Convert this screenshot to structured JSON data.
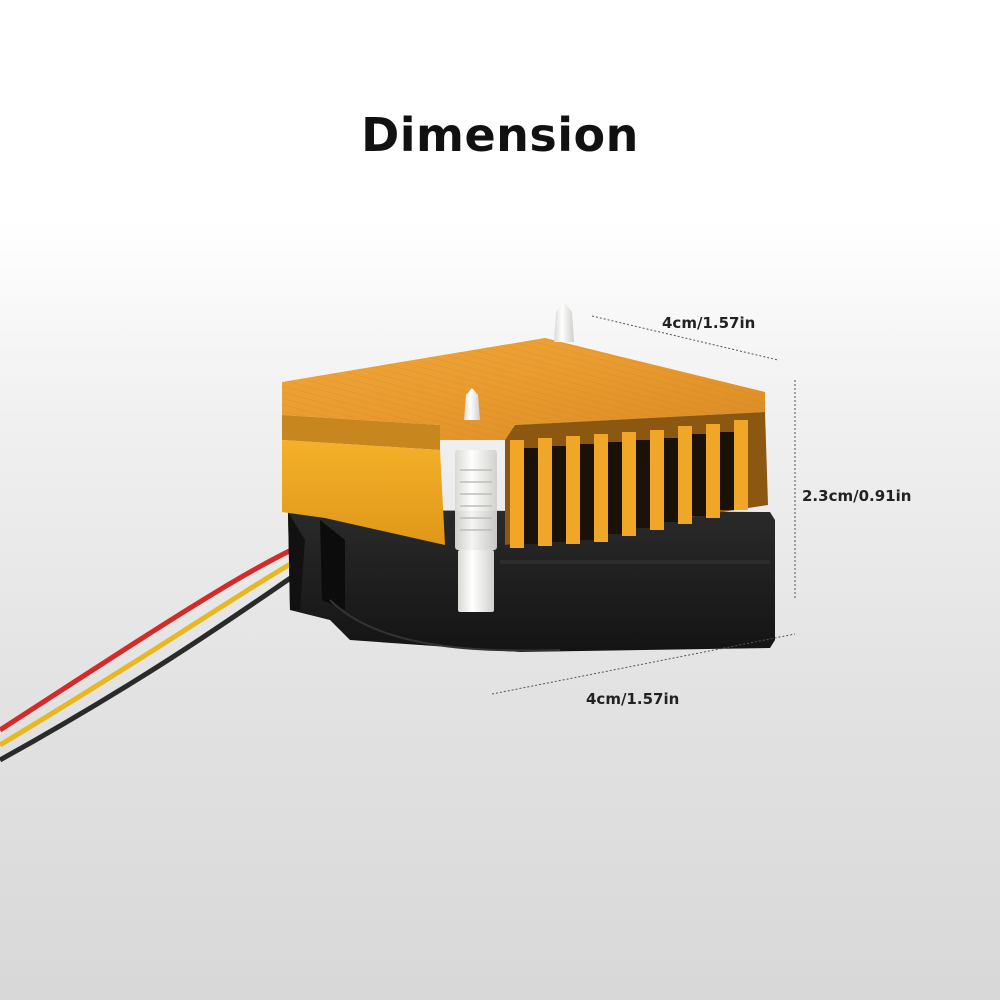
{
  "title": "Dimension",
  "dimensions": {
    "depth": "4cm/1.57in",
    "height": "2.3cm/0.91in",
    "width": "4cm/1.57in"
  },
  "colors": {
    "heatsink": "#e8a020",
    "heatsink_dark": "#b8741a",
    "fan_body": "#1e1e1e",
    "wire_red": "#d42a2a",
    "wire_yellow": "#e8b820",
    "wire_black": "#222222",
    "standoff": "#f2f2f0"
  },
  "objects": {
    "heatsink": "aluminum-heatsink",
    "fan": "cooling-fan",
    "cable": "three-wire-cable"
  }
}
